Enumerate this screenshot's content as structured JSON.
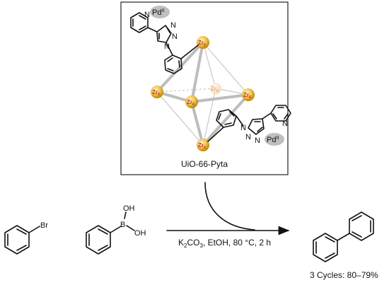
{
  "mof": {
    "label": "UiO-66-Pyta",
    "node_label": "Zr",
    "node_sub": "6",
    "metal_label": "Pd",
    "metal_sup": "II",
    "atom_n": "N"
  },
  "reactants": {
    "halide_atom": "Br",
    "boronic_b": "B",
    "boronic_oh": "OH"
  },
  "conditions": {
    "k2co3_a": "K",
    "k2co3_sub1": "2",
    "k2co3_b": "CO",
    "k2co3_sub2": "3",
    "rest": ", EtOH, 80 °C, 2 h"
  },
  "product": {
    "result": "3 Cycles: 80–79%"
  }
}
